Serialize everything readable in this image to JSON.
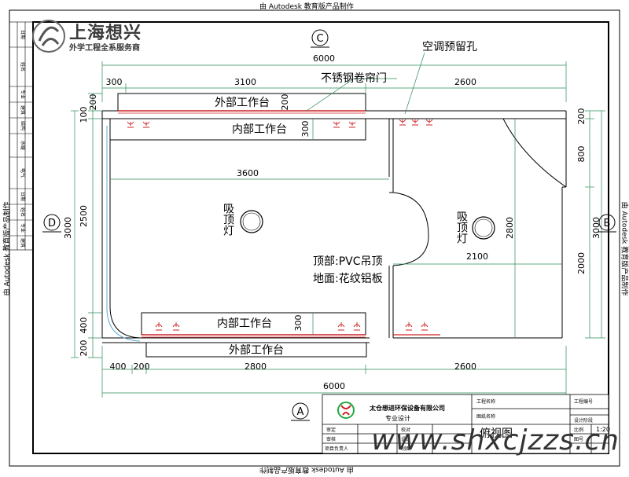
{
  "edge_notes": {
    "top": "由 Autodesk 教育版产品制作",
    "bottom": "由 Autodesk 教育版产品制作",
    "left": "由 Autodesk 教育版产品制作",
    "right": "由 Autodesk 教育版产品制作"
  },
  "logo": {
    "title": "上海想兴",
    "subtitle": "外学工程全系服务商"
  },
  "axes": {
    "top": "C",
    "left": "D",
    "right": "B",
    "bottom": "A"
  },
  "dims": {
    "top_total": "6000",
    "top_a": "300",
    "top_b": "3100",
    "top_c": "2600",
    "bottom_total": "6000",
    "bottom_a": "400",
    "bottom_b": "200",
    "bottom_c": "2800",
    "bottom_d": "2600",
    "left_a": "200",
    "left_b": "100",
    "left_c": "2500",
    "left_d": "400",
    "left_e": "200",
    "left_total": "3000",
    "right_a": "200",
    "right_b": "800",
    "right_c": "2000",
    "right_total": "3000",
    "inner_3600": "3600",
    "inner_2800": "2800",
    "inner_2100": "2100",
    "counter_200": "200",
    "counter_300_top": "300",
    "counter_300_bottom": "300"
  },
  "labels": {
    "outer_counter_top": "外部工作台",
    "inner_counter_top": "内部工作台",
    "inner_counter_bottom": "内部工作台",
    "outer_counter_bottom": "外部工作台",
    "shutter": "不锈钢卷帘门",
    "ac_hole": "空调预留孔",
    "ceiling_light_left": "吸顶灯",
    "ceiling_light_right": "吸顶灯",
    "ceiling_note": "顶部:PVC吊顶",
    "floor_note": "地面:花纹铝板"
  },
  "left_table": {
    "rows": [
      "日期",
      "姓名",
      "专业",
      "建筑",
      "结构",
      "水暖",
      "电气",
      "日期",
      "姓名",
      "专业",
      "建筑",
      "结构",
      "水暖",
      "电气"
    ]
  },
  "title_block": {
    "company": "太仓想进环保设备有限公司",
    "subtitle": "专业设计",
    "project_label": "工程名称",
    "drawing_label": "图纸名称",
    "drawing_name": "俯视图",
    "number_label": "工程编号",
    "phase_label": "设计阶段",
    "scale_label": "比例",
    "scale_value": "1:20",
    "sheet_label": "图号",
    "approve": "审定",
    "review": "校对",
    "check": "审核",
    "design": "设计",
    "lead": "项目负责人",
    "draw": "制图"
  },
  "watermark": "www.shxcjzzs.cn",
  "colors": {
    "dim_line": "#2e8b57",
    "counter_line": "#cc2222",
    "wall": "#000000",
    "light": "#000000"
  }
}
